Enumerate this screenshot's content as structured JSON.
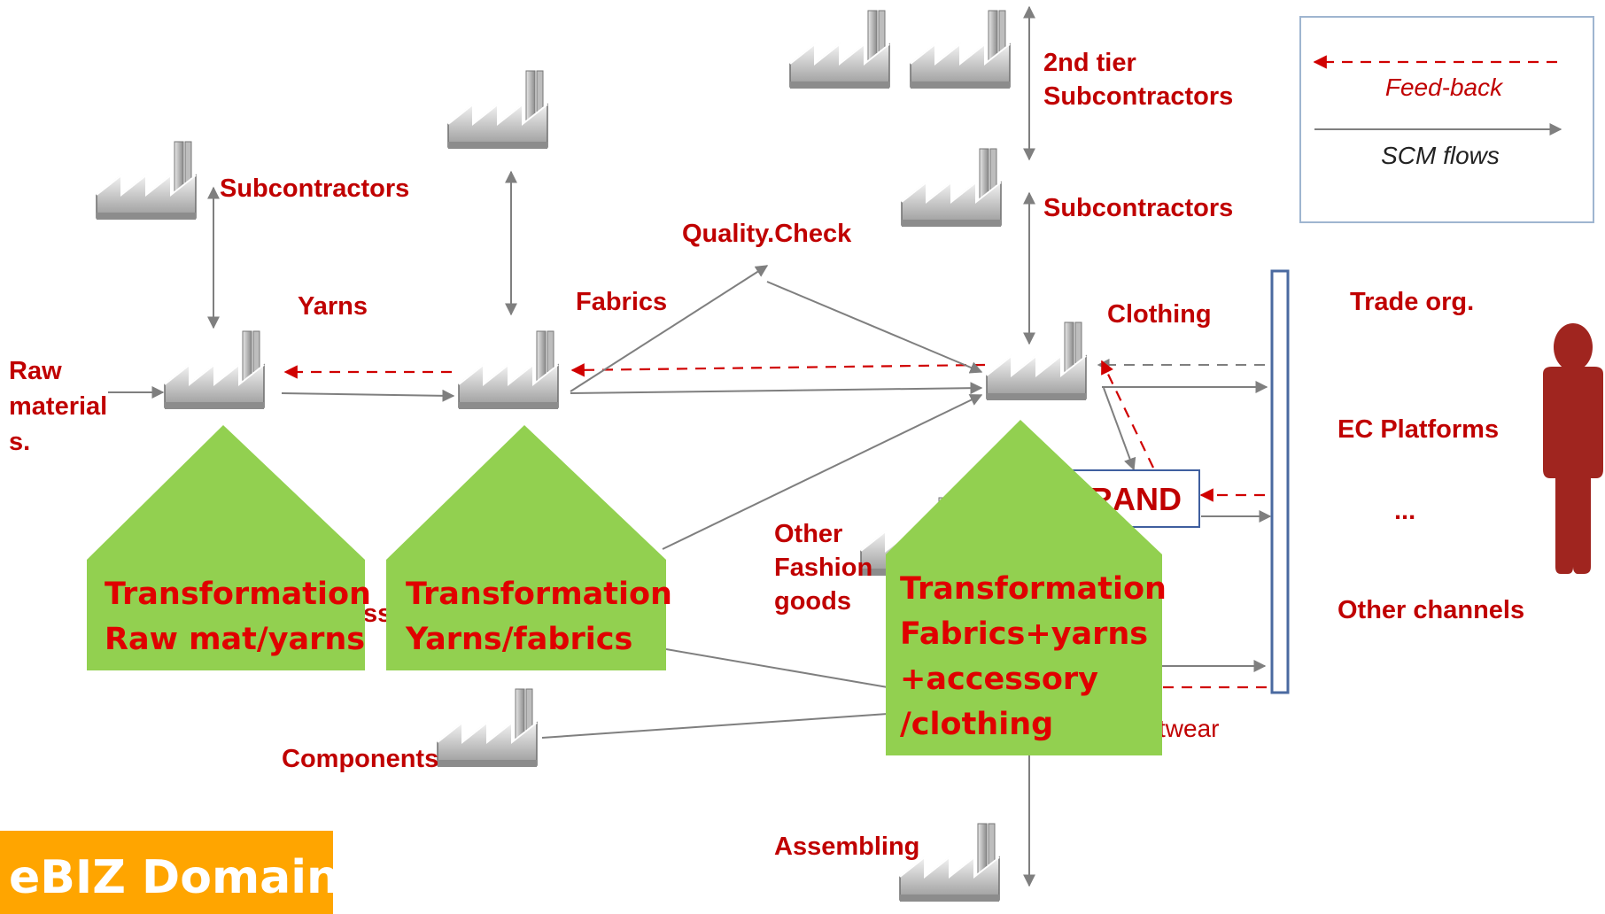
{
  "legend": {
    "feedback": "Feed-back",
    "scm_flows": "SCM flows"
  },
  "labels": {
    "raw_material": [
      "Raw",
      "material",
      "s."
    ],
    "subcontractors_left": "Subcontractors",
    "yarns": "Yarns",
    "fabrics": "Fabrics",
    "quality_check": "Quality.Check",
    "second_tier": [
      "2nd tier",
      "Subcontractors"
    ],
    "subcontractors_right": "Subcontractors",
    "clothing": "Clothing",
    "brand": "RAND",
    "other_fashion": [
      "Other",
      "Fashion",
      "goods"
    ],
    "partial_ss": "ss",
    "components": "Components",
    "footwear_partial": "twear",
    "assembling": "Assembling"
  },
  "channels": {
    "trade_org": "Trade org.",
    "ec_platforms": "EC Platforms",
    "ellipsis": "...",
    "other_channels": "Other channels"
  },
  "transformations": [
    {
      "lines": [
        "Transformation",
        "Raw mat/yarns"
      ]
    },
    {
      "lines": [
        "Transformation",
        "Yarns/fabrics"
      ]
    },
    {
      "lines": [
        "Transformation",
        "Fabrics+yarns",
        "+accessory",
        "/clothing"
      ]
    }
  ],
  "domain_badge": "eBIZ Domain",
  "colors": {
    "accent_red": "#c00000",
    "house_green": "#92d050",
    "badge_orange": "#ffa500",
    "person": "#a0251f",
    "legend_border": "#9fb5d0",
    "channel_bar": "#4a6aa0"
  }
}
